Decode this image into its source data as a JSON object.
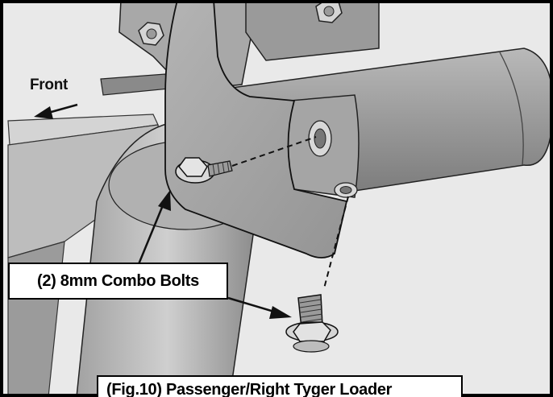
{
  "labels": {
    "direction": "Front",
    "callout": "(2) 8mm Combo Bolts",
    "caption": "(Fig.10) Passenger/Right Tyger Loader"
  },
  "colors": {
    "metal_light": "#c9c9c9",
    "metal_mid": "#a9a9a9",
    "metal_dark": "#6f6f6f",
    "outline": "#111111",
    "frame": "#000000"
  },
  "icons": [
    "left-arrow-icon",
    "pointer-arrow-icon",
    "bolt-icon",
    "nut-icon"
  ]
}
